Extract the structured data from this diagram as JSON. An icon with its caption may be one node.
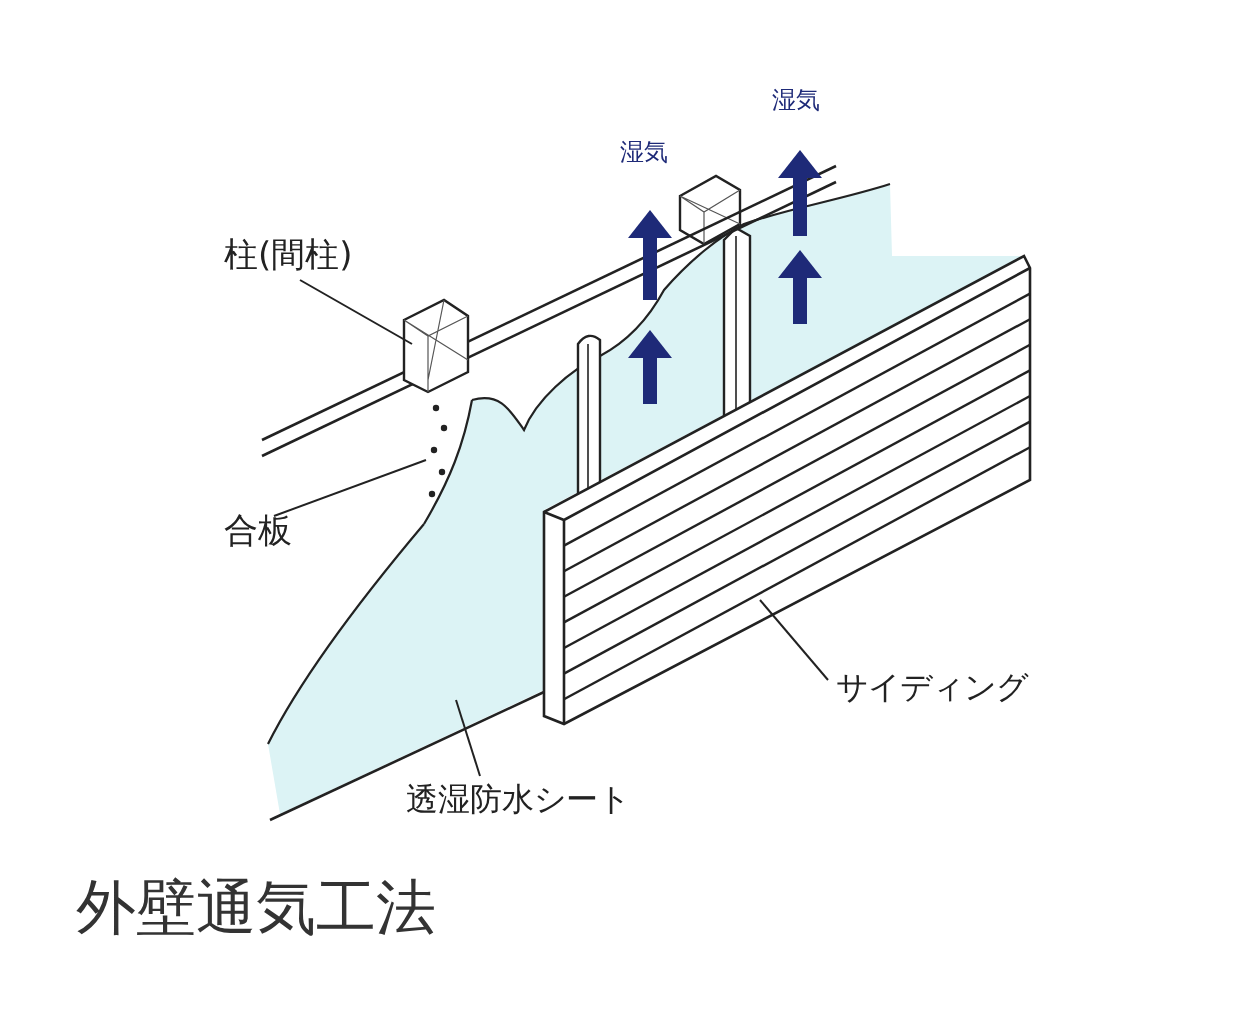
{
  "diagram": {
    "title": "外壁通気工法",
    "nodes": [
      {
        "text": [
          "柱(間柱)"
        ]
      },
      {
        "text": [],
        "shape": "box"
      },
      {
        "text": [
          "合板"
        ]
      },
      {
        "text": [],
        "shape": "picture"
      },
      {
        "text": [
          "サイディング"
        ]
      },
      {
        "text": [],
        "shape": "picture"
      },
      {
        "text": [
          "透湿防水シート"
        ]
      },
      {
        "text": [],
        "shape": "picture"
      }
    ],
    "edges": [
      {
        "from": 0,
        "to": 1,
        "arrow": "none"
      },
      {
        "from": 2,
        "to": 3,
        "arrow": "none"
      },
      {
        "from": 4,
        "to": 5,
        "arrow": "none"
      },
      {
        "from": 6,
        "to": 7,
        "arrow": "none"
      }
    ],
    "labels": [
      "湿気",
      "湿気"
    ]
  }
}
